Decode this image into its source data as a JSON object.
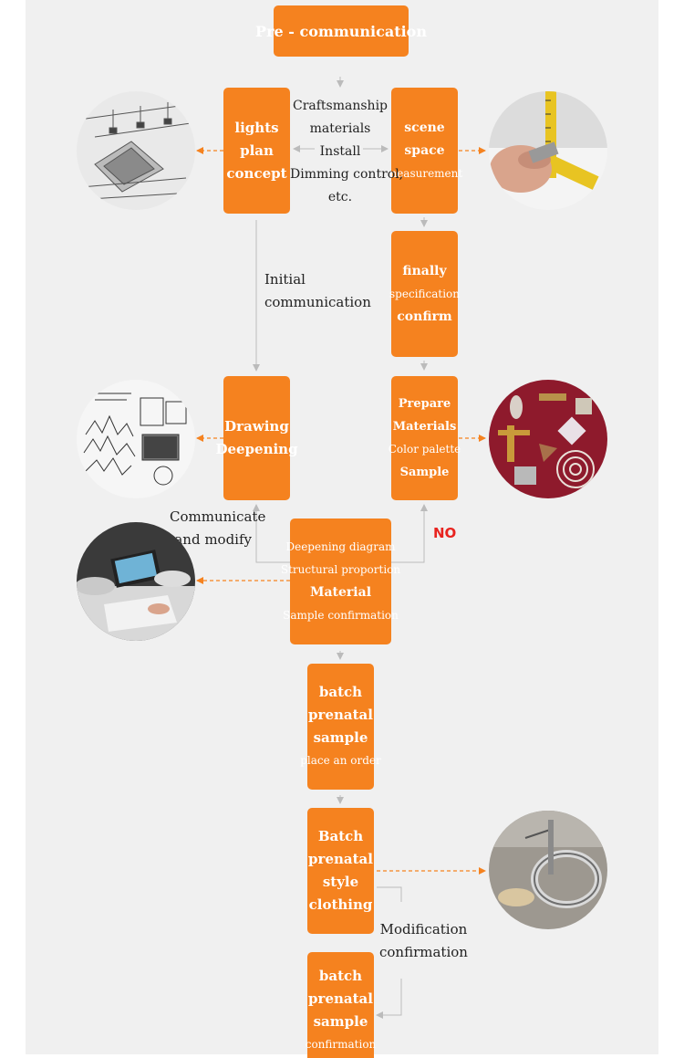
{
  "boxes": {
    "precomm": "Pre - communication",
    "lights": [
      "lights",
      "plan",
      "concept"
    ],
    "scene": [
      "scene",
      "space",
      "measurement"
    ],
    "finally": [
      "finally",
      "specification",
      "confirm"
    ],
    "drawing": [
      "Drawing",
      "Deepening"
    ],
    "prepare": [
      "Prepare",
      "Materials",
      "Color palette",
      "Sample"
    ],
    "deepening": [
      "Deepening diagram",
      "Structural proportion",
      "Material",
      "Sample confirmation"
    ],
    "batch1": [
      "batch",
      "prenatal",
      "sample",
      "place an order"
    ],
    "batch2": [
      "Batch",
      "prenatal",
      "style",
      "clothing"
    ],
    "batch3": [
      "batch",
      "prenatal",
      "sample",
      "confirmation"
    ]
  },
  "labels": {
    "crafts": [
      "Craftsmanship",
      "materials",
      "Install",
      "Dimming control,",
      "etc."
    ],
    "initial": [
      "Initial",
      "communication"
    ],
    "communicate": [
      "Communicate",
      "and modify"
    ],
    "no": "NO",
    "modification": [
      "Modification",
      "confirmation"
    ]
  },
  "colors": {
    "accent": "#f5821f",
    "arrow_gray": "#bbbbbb",
    "panel": "#f0f0f0",
    "no_red": "#e8231f"
  },
  "icons": {
    "sketch": "lighting-sketch-photo",
    "measure": "tape-measure-photo",
    "drawings": "technical-drawings-photo",
    "samples": "material-samples-photo",
    "meeting": "meeting-tablet-photo",
    "rings": "metal-rings-photo"
  }
}
